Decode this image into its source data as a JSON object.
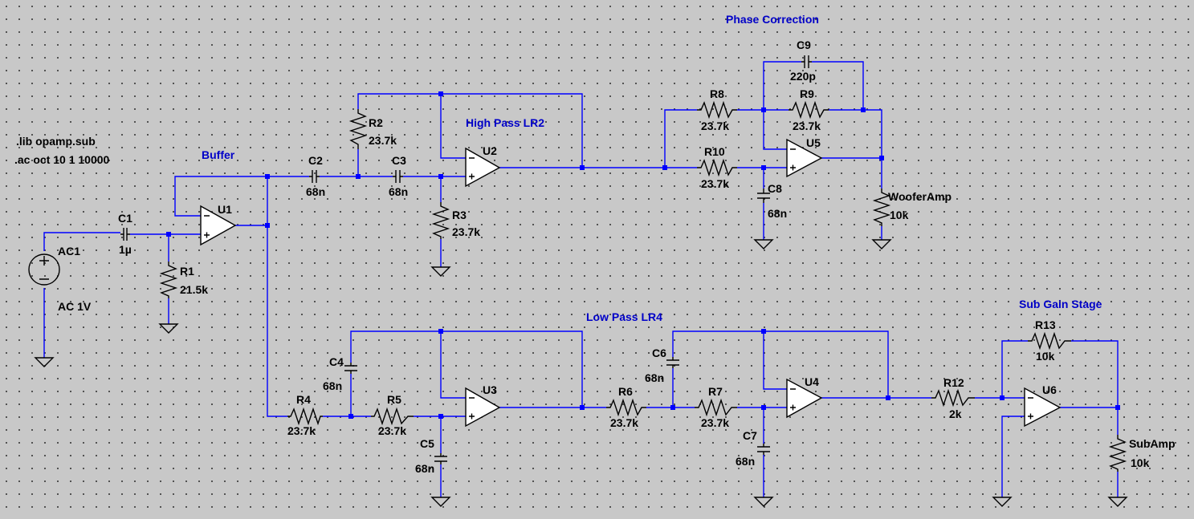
{
  "directives": {
    "lib": ".lib opamp.sub",
    "ac": ".ac oct 10 1 10000"
  },
  "section_labels": {
    "buffer": "Buffer",
    "high_pass": "High Pass LR2",
    "phase_correction": "Phase Correction",
    "low_pass": "Low Pass LR4",
    "sub_gain": "Sub Gain Stage"
  },
  "components": {
    "AC1": {
      "name": "AC1",
      "value": "AC 1V"
    },
    "C1": {
      "name": "C1",
      "value": "1µ"
    },
    "R1": {
      "name": "R1",
      "value": "21.5k"
    },
    "U1": {
      "name": "U1"
    },
    "C2": {
      "name": "C2",
      "value": "68n"
    },
    "R2": {
      "name": "R2",
      "value": "23.7k"
    },
    "C3": {
      "name": "C3",
      "value": "68n"
    },
    "R3": {
      "name": "R3",
      "value": "23.7k"
    },
    "U2": {
      "name": "U2"
    },
    "R8": {
      "name": "R8",
      "value": "23.7k"
    },
    "C9": {
      "name": "C9",
      "value": "220p"
    },
    "R9": {
      "name": "R9",
      "value": "23.7k"
    },
    "R10": {
      "name": "R10",
      "value": "23.7k"
    },
    "C8": {
      "name": "C8",
      "value": "68n"
    },
    "U5": {
      "name": "U5"
    },
    "WooferAmp": {
      "name": "WooferAmp",
      "value": "10k"
    },
    "R4": {
      "name": "R4",
      "value": "23.7k"
    },
    "C4": {
      "name": "C4",
      "value": "68n"
    },
    "R5": {
      "name": "R5",
      "value": "23.7k"
    },
    "C5": {
      "name": "C5",
      "value": "68n"
    },
    "U3": {
      "name": "U3"
    },
    "R6": {
      "name": "R6",
      "value": "23.7k"
    },
    "C6": {
      "name": "C6",
      "value": "68n"
    },
    "R7": {
      "name": "R7",
      "value": "23.7k"
    },
    "C7": {
      "name": "C7",
      "value": "68n"
    },
    "U4": {
      "name": "U4"
    },
    "R12": {
      "name": "R12",
      "value": "2k"
    },
    "R13": {
      "name": "R13",
      "value": "10k"
    },
    "U6": {
      "name": "U6"
    },
    "SubAmp": {
      "name": "SubAmp",
      "value": "10k"
    }
  },
  "colors": {
    "wire": "#0000ff",
    "component": "#000000",
    "section_label": "#0000c8",
    "background": "#c8c8c8"
  }
}
